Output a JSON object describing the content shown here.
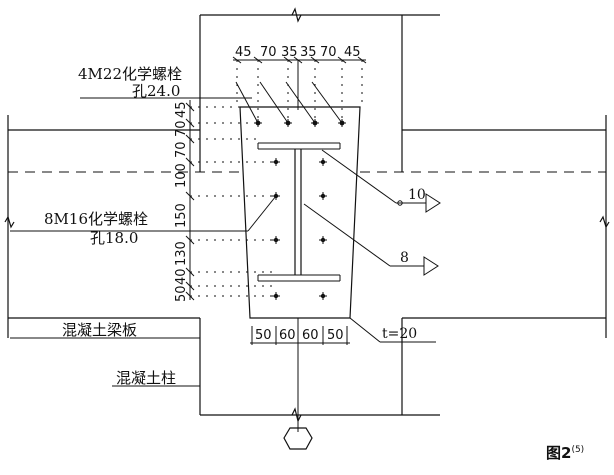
{
  "labels": {
    "anchor_large_spec": "4M22化学螺栓",
    "anchor_large_hole": "孔24.0",
    "anchor_small_spec": "8M16化学螺栓",
    "anchor_small_hole": "孔18.0",
    "slab": "混凝土梁板",
    "column": "混凝土柱",
    "plate_thickness": "t=20",
    "weld_1": "10",
    "weld_2": "8",
    "figure_label": "图2",
    "figure_ref": "(5)"
  },
  "dimensions": {
    "top": [
      "45",
      "70",
      "35",
      "35",
      "70",
      "45"
    ],
    "left": [
      "45",
      "70",
      "70",
      "100",
      "150",
      "130",
      "40",
      "50"
    ],
    "bottom": [
      "50",
      "60",
      "60",
      "50"
    ]
  }
}
